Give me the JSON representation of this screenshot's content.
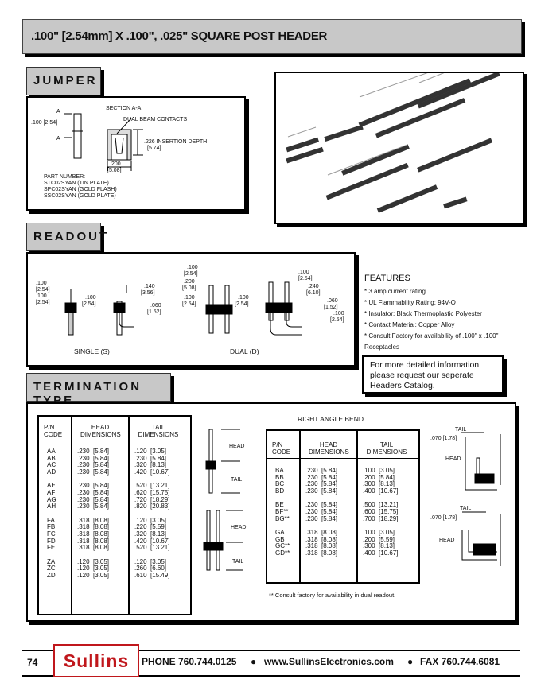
{
  "title": ".100\" [2.54mm] X .100\", .025\" SQUARE POST HEADER",
  "sections": {
    "jumper": "JUMPER",
    "readout": "READOUT",
    "termination": "TERMINATION TYPE"
  },
  "jumper": {
    "section_label": "SECTION A-A",
    "dual_beam": "DUAL BEAM CONTACTS",
    "insertion": ".226 INSERTION DEPTH",
    "insertion_mm": "[5.74]",
    "pitch": ".100 [2.54]",
    "a_top": "A",
    "a_bot": "A",
    "width": ".200",
    "width_mm": "[5.08]",
    "part_number_label": "PART NUMBER:",
    "parts": [
      "STC02SYAN (TIN PLATE)",
      "SPC02SYAN (GOLD FLASH)",
      "SSC02SYAN (GOLD PLATE)"
    ]
  },
  "readout": {
    "single_label": "SINGLE (S)",
    "dual_label": "DUAL (D)",
    "dims": {
      "d100": ".100",
      "d254": "[2.54]",
      "d140": ".140",
      "d356": "[3.56]",
      "d060": ".060",
      "d152": "[1.52]",
      "d200": ".200",
      "d508": "[5.08]",
      "d240": ".240",
      "d610": "[6.10]"
    }
  },
  "features": {
    "title": "FEATURES",
    "items": [
      "* 3 amp current rating",
      "* UL Flammability Rating: 94V-O",
      "* Insulator: Black Thermoplastic Polyester",
      "* Contact Material: Copper Alloy",
      "* Consult Factory for availability of .100\" x .100\"",
      "   Receptacles"
    ]
  },
  "note_box": [
    "For more detailed information",
    "please request our seperate",
    "Headers Catalog."
  ],
  "term_table": {
    "h_pn": [
      "P/N",
      "CODE"
    ],
    "h_head": [
      "HEAD",
      "DIMENSIONS"
    ],
    "h_tail": [
      "TAIL",
      "DIMENSIONS"
    ],
    "groups": [
      {
        "codes": [
          "AA",
          "AB",
          "AC",
          "AD"
        ],
        "head": [
          ".230  [5.84]",
          ".230  [5.84]",
          ".230  [5.84]",
          ".230  [5.84]"
        ],
        "tail": [
          ".120  [3.05]",
          ".230  [5.84]",
          ".320  [8.13]",
          ".420  [10.67]"
        ]
      },
      {
        "codes": [
          "AE",
          "AF",
          "AG",
          "AH"
        ],
        "head": [
          ".230  [5.84]",
          ".230  [5.84]",
          ".230  [5.84]",
          ".230  [5.84]"
        ],
        "tail": [
          ".520  [13.21]",
          ".620  [15.75]",
          ".720  [18.29]",
          ".820  [20.83]"
        ]
      },
      {
        "codes": [
          "FA",
          "FB",
          "FC",
          "FD",
          "FE"
        ],
        "head": [
          ".318  [8.08]",
          ".318  [8.08]",
          ".318  [8.08]",
          ".318  [8.08]",
          ".318  [8.08]"
        ],
        "tail": [
          ".120  [3.05]",
          ".220  [5.59]",
          ".320  [8.13]",
          ".420  [10.67]",
          ".520  [13.21]"
        ]
      },
      {
        "codes": [
          "ZA",
          "ZC",
          "ZD"
        ],
        "head": [
          ".120  [3.05]",
          ".120  [3.05]",
          ".120  [3.05]"
        ],
        "tail": [
          ".120  [3.05]",
          ".260  [6.60]",
          ".610  [15.49]"
        ]
      }
    ]
  },
  "ra_table": {
    "title": "RIGHT ANGLE BEND",
    "groups": [
      {
        "codes": [
          "BA",
          "BB",
          "BC",
          "BD"
        ],
        "head": [
          ".230  [5.84]",
          ".230  [5.84]",
          ".230  [5.84]",
          ".230  [5.84]"
        ],
        "tail": [
          ".100  [3.05]",
          ".200  [5.84]",
          ".300  [8.13]",
          ".400  [10.67]"
        ]
      },
      {
        "codes": [
          "BE",
          "BF**",
          "BG**"
        ],
        "head": [
          ".230  [5.84]",
          ".230  [5.84]",
          ".230  [5.84]"
        ],
        "tail": [
          ".500  [13.21]",
          ".600  [15.75]",
          ".700  [18.29]"
        ]
      },
      {
        "codes": [
          "GA",
          "GB",
          "GC**",
          "GD**"
        ],
        "head": [
          ".318  [8.08]",
          ".318  [8.08]",
          ".318  [8.08]",
          ".318  [8.08]"
        ],
        "tail": [
          ".100  [3.05]",
          ".200  [5.59]",
          ".300  [8.13]",
          ".400  [10.67]"
        ]
      }
    ],
    "footnote": "**  Consult factory for availability in dual readout."
  },
  "diagram_labels": {
    "head": "HEAD",
    "tail": "TAIL",
    "d070": ".070 [1.78]"
  },
  "footer": {
    "page": "74",
    "logo": "Sullins",
    "phone": "PHONE 760.744.0125",
    "web": "www.SullinsElectronics.com",
    "fax": "FAX 760.744.6081",
    "bullet": "●"
  }
}
